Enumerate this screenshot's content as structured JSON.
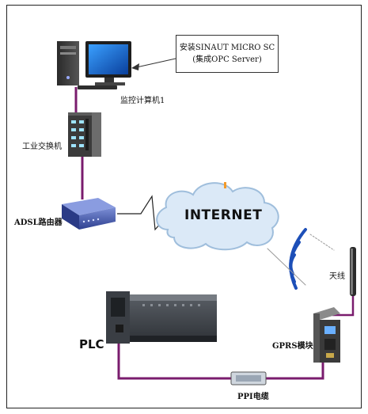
{
  "diagram": {
    "callout": {
      "line1": "安装SINAUT MICRO SC",
      "line2": "(集成OPC Server)"
    },
    "nodes": {
      "monitor_pc": "监控计算机1",
      "switch": "工业交换机",
      "router": "ADSL路由器",
      "internet": "INTERNET",
      "antenna": "天线",
      "plc": "PLC",
      "gprs": "GPRS模块",
      "cable": "PPI电缆"
    },
    "colors": {
      "link": "#7a1c6e",
      "frame": "#222222",
      "cloud_fill": "#dbe9f7",
      "cloud_stroke": "#9fbedc",
      "wave": "#1d4fb8"
    }
  }
}
